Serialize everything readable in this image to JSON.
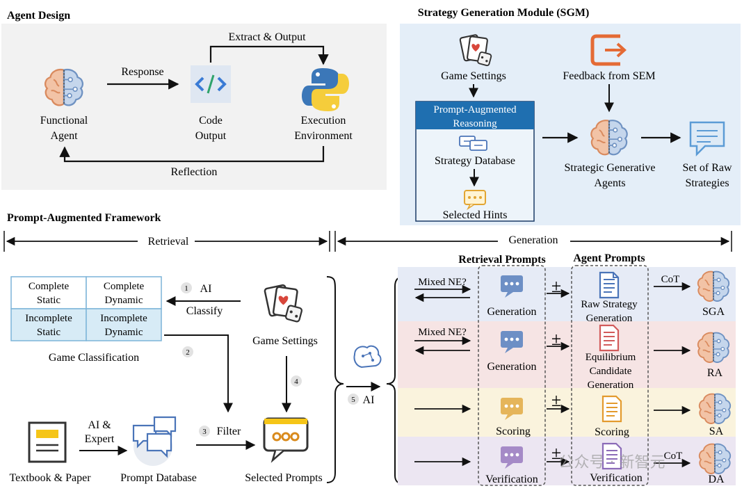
{
  "agent_design": {
    "title": "Agent Design",
    "extract_output": "Extract & Output",
    "response": "Response",
    "functional_agent_l1": "Functional",
    "functional_agent_l2": "Agent",
    "code_output_l1": "Code",
    "code_output_l2": "Output",
    "exec_env_l1": "Execution",
    "exec_env_l2": "Environment",
    "reflection": "Reflection"
  },
  "sgm": {
    "title": "Strategy Generation Module (SGM)",
    "game_settings": "Game Settings",
    "feedback": "Feedback from SEM",
    "par_l1": "Prompt-Augmented",
    "par_l2": "Reasoning",
    "strategy_db": "Strategy  Database",
    "selected_hints": "Selected Hints",
    "sga_l1": "Strategic Generative",
    "sga_l2": "Agents",
    "raw_l1": "Set of Raw",
    "raw_l2": "Strategies"
  },
  "paf": {
    "title": "Prompt-Augmented Framework",
    "retrieval": "Retrieval",
    "generation": "Generation",
    "table": [
      [
        "Complete",
        "Static",
        "Complete",
        "Dynamic"
      ],
      [
        "Incomplete",
        "Static",
        "Incomplete",
        "Dynamic"
      ]
    ],
    "game_classification": "Game Classification",
    "step1": "1",
    "ai": "AI",
    "classify": "Classify",
    "game_settings": "Game Settings",
    "step2": "2",
    "step3": "3",
    "filter": "Filter",
    "step4": "4",
    "step5": "5",
    "ai2": "AI",
    "textbook": "Textbook & Paper",
    "ai_expert_l1": "AI &",
    "ai_expert_l2": "Expert",
    "prompt_db": "Prompt Database",
    "selected_prompts": "Selected Prompts",
    "retrieval_prompts": "Retrieval Prompts",
    "agent_prompts": "Agent Prompts",
    "rows": [
      {
        "left": "Mixed NE?",
        "rp": "Generation",
        "ap_l1": "Raw Strategy",
        "ap_l2": "Generation",
        "ap_l3": "",
        "cot": "CoT",
        "agent": "SGA"
      },
      {
        "left": "Mixed NE?",
        "rp": "Generation",
        "ap_l1": "Equilibrium",
        "ap_l2": "Candidate",
        "ap_l3": "Generation",
        "cot": "",
        "agent": "RA"
      },
      {
        "left": "",
        "rp": "Scoring",
        "ap_l1": "Scoring",
        "ap_l2": "",
        "ap_l3": "",
        "cot": "",
        "agent": "SA"
      },
      {
        "left": "",
        "rp": "Verification",
        "ap_l1": "Verification",
        "ap_l2": "",
        "ap_l3": "",
        "cot": "CoT",
        "agent": "DA"
      }
    ],
    "plus": "±"
  },
  "watermark": "公众号 · 新智元",
  "colors": {
    "agent_bg": "#f2f2f2",
    "sgm_bg": "#e4eef8",
    "par_header": "#1f6fb0",
    "row_blue": "#e6ebf6",
    "row_red": "#f6e4e4",
    "row_yellow": "#faf3dd",
    "row_purple": "#ece6f2",
    "brain_blue": "#7d9ec6",
    "brain_orange": "#e2a27a"
  }
}
